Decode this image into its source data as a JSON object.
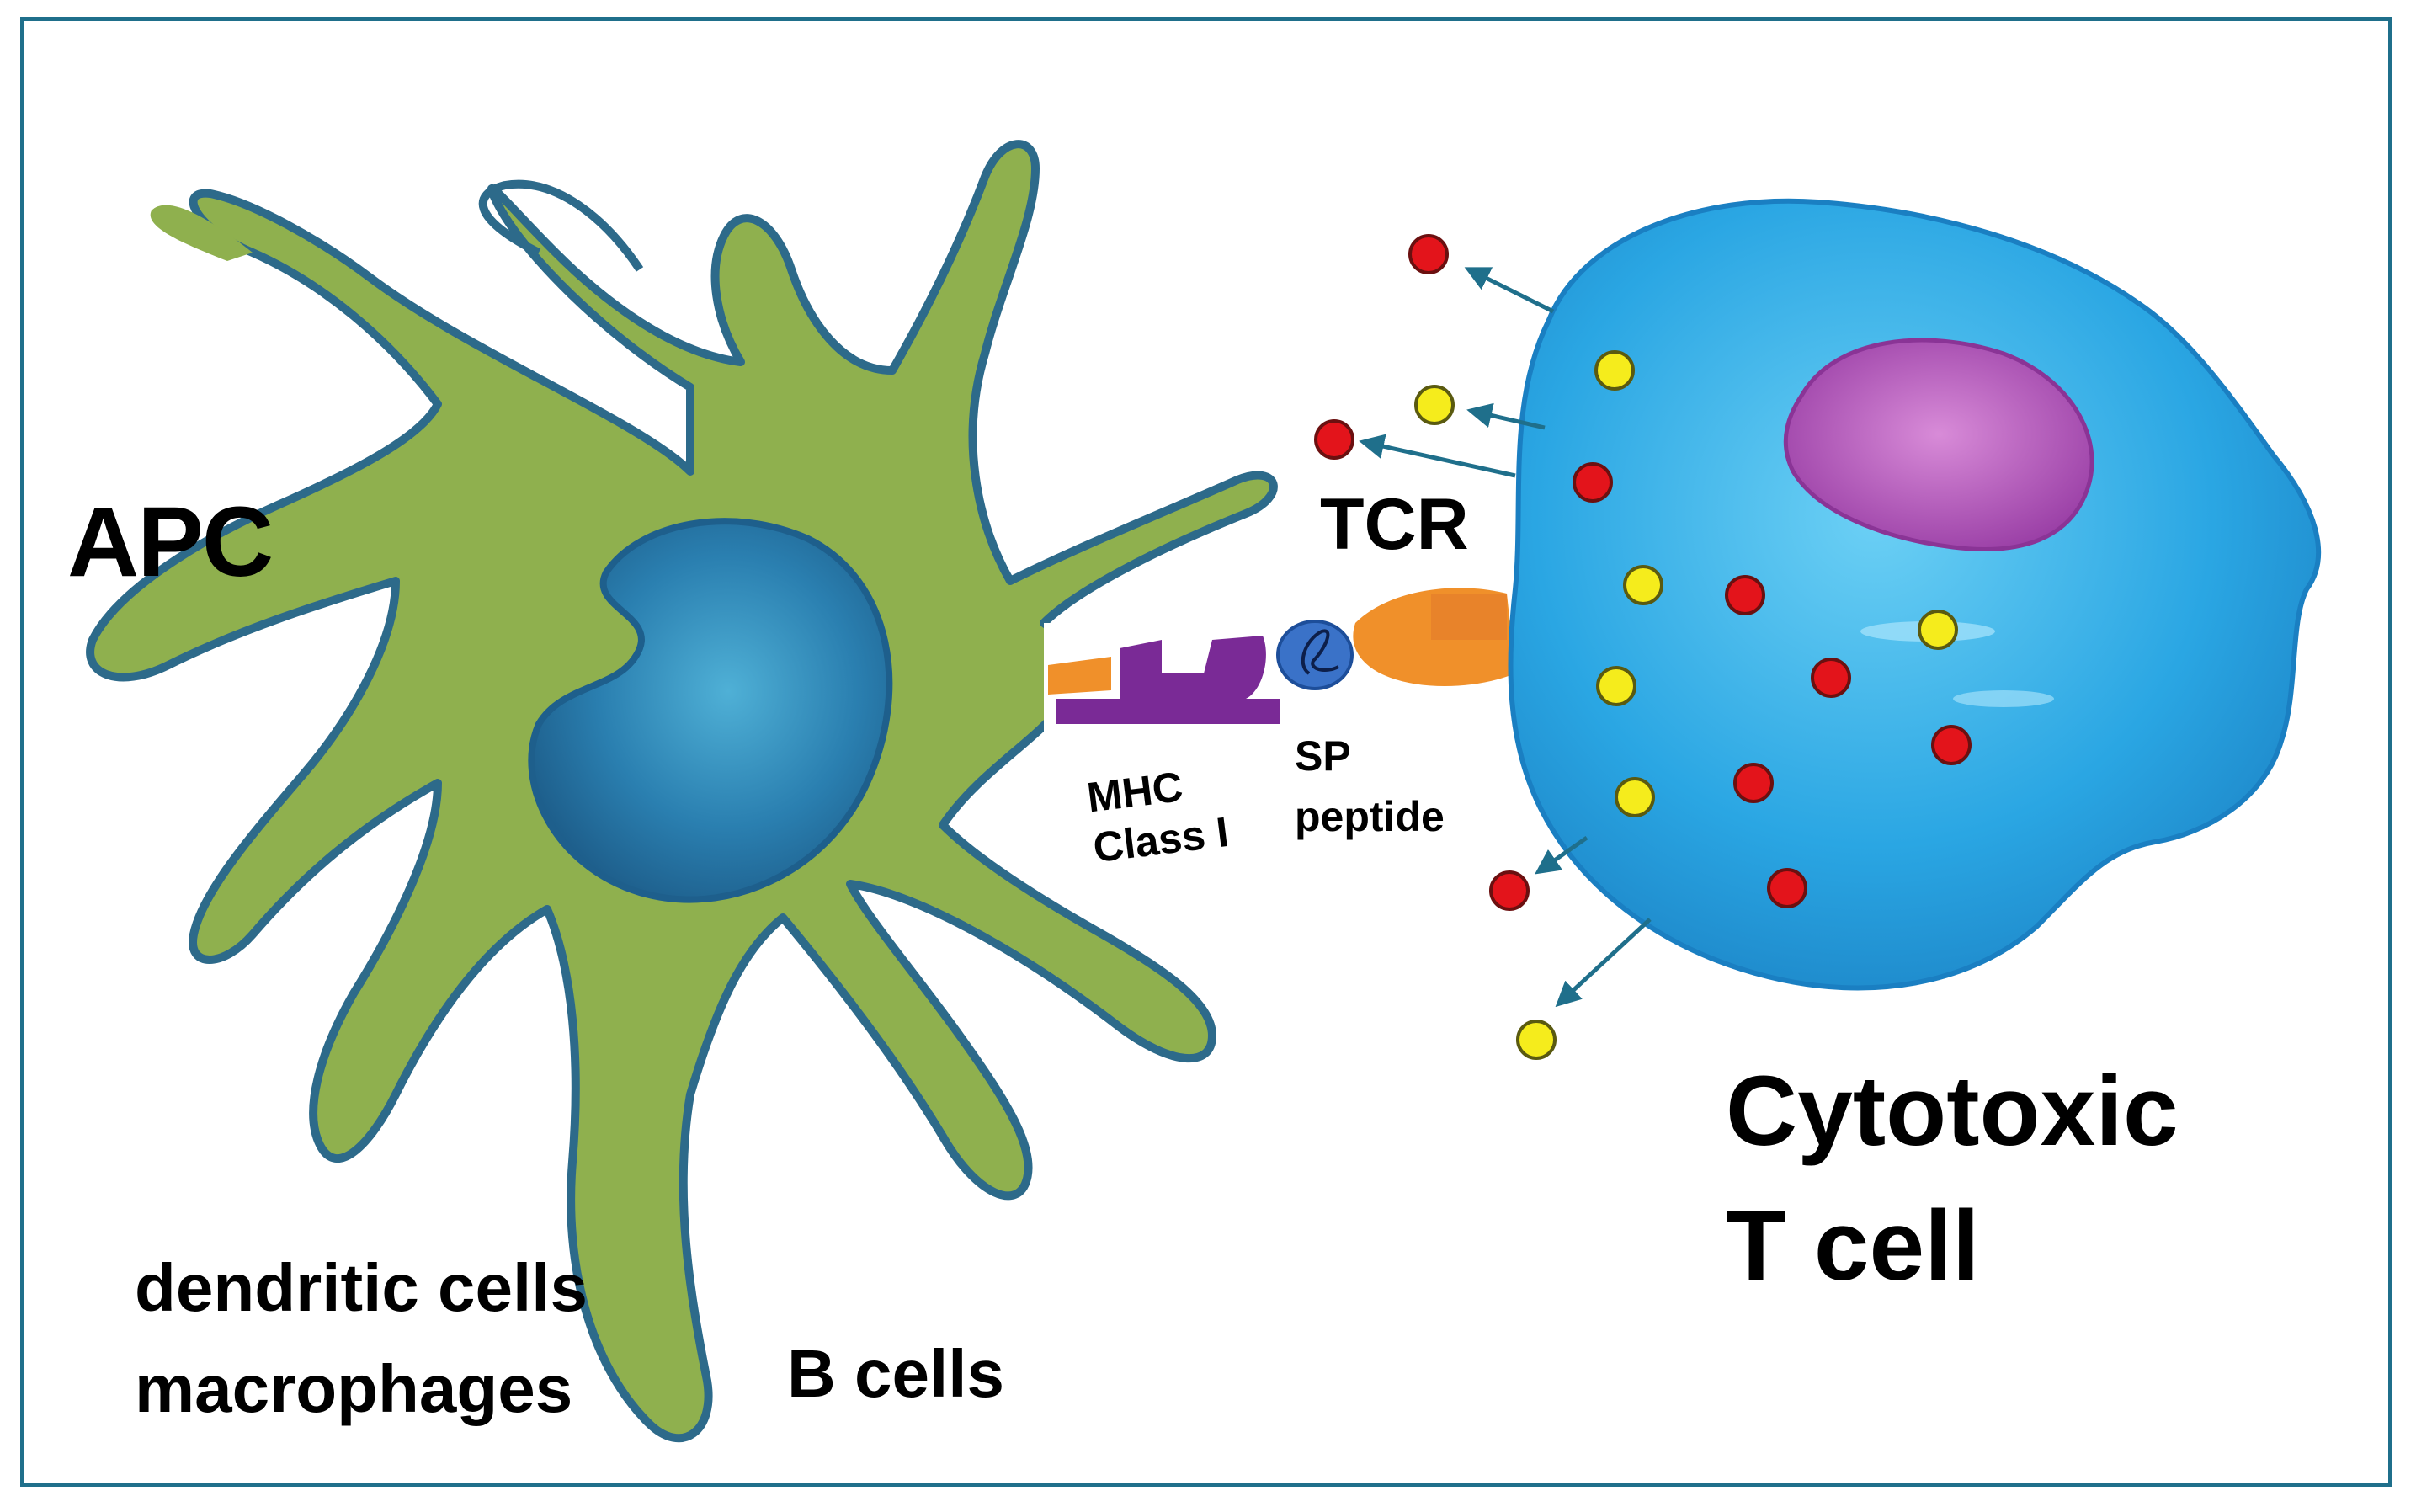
{
  "labels": {
    "apc": "APC",
    "tcr": "TCR",
    "mhc_line1": "MHC",
    "mhc_line2": "Class I",
    "sp_line1": "SP",
    "sp_line2": "peptide",
    "tcell_line1": "Cytotoxic",
    "tcell_line2": "T cell",
    "apc_type1": "dendritic cells",
    "apc_type2": "macrophages",
    "apc_type3": "B cells"
  },
  "colors": {
    "frame": "#1f6f8b",
    "apc_body": "#8fb04e",
    "apc_outline": "#2d6a8a",
    "apc_nucleus": "#2a7fb0",
    "tcell_body": "#2aa6e3",
    "tcell_nucleus": "#b055b8",
    "mhc": "#7a2a96",
    "tcr": "#f0902a",
    "peptide": "#3a72c8",
    "granule_red": "#e3141b",
    "granule_yellow": "#f5ec1c",
    "arrow": "#1f6f8b"
  }
}
